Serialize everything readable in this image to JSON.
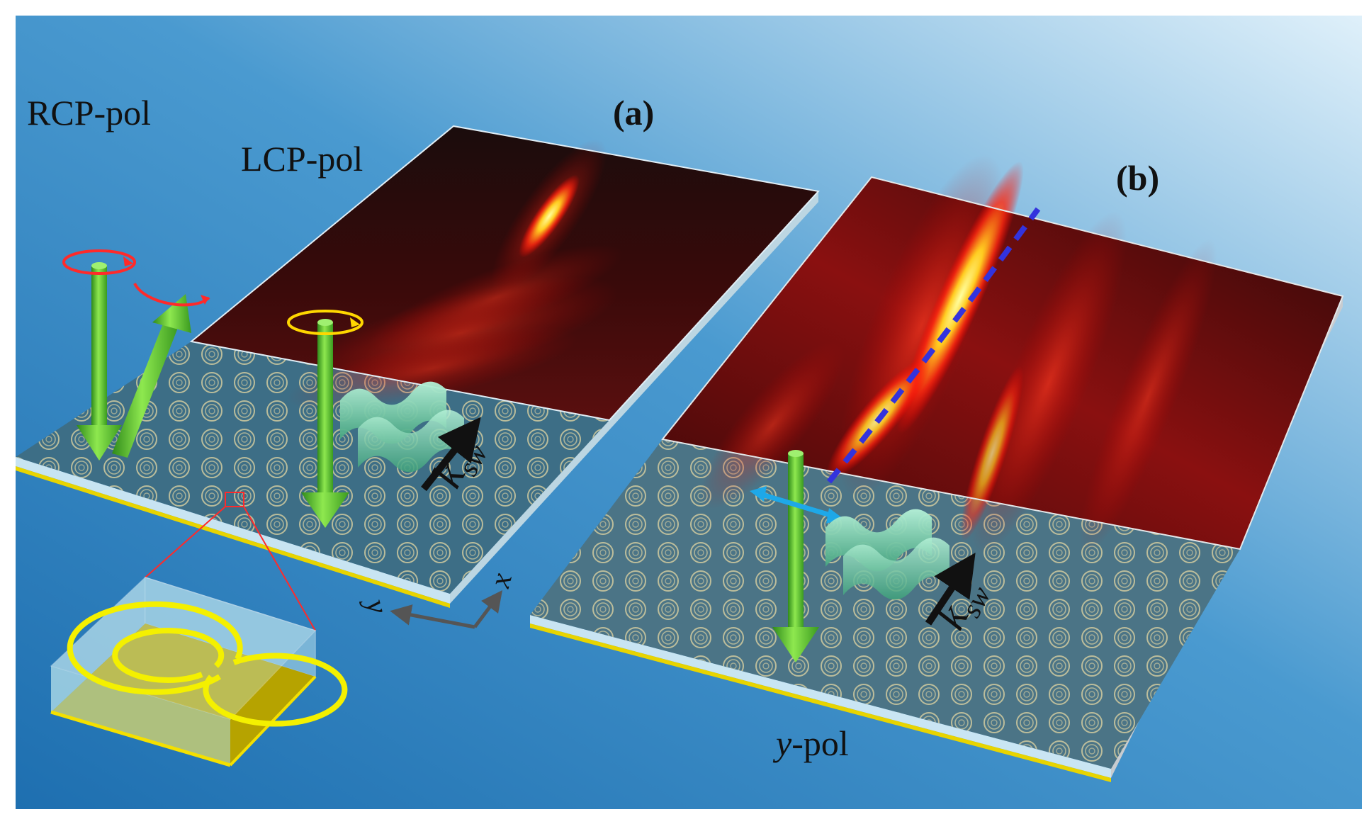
{
  "figure": {
    "panels": [
      {
        "label": "(a)",
        "polarizations": [
          "RCP-pol",
          "LCP-pol"
        ],
        "wave_vector": {
          "symbol": "k",
          "subscript": "sw"
        }
      },
      {
        "label": "(b)",
        "polarization": {
          "var": "y",
          "suffix": "-pol"
        },
        "wave_vector": {
          "symbol": "k",
          "subscript": "sw"
        }
      }
    ],
    "axes": {
      "x": "x",
      "y": "y"
    }
  },
  "colors": {
    "background_dark": "#1e6fb0",
    "background_light": "#c6e2f3",
    "arrow_green": "#63c72d",
    "spiral_gold": "#f4f000",
    "substrate": "#dff0f7",
    "ground": "#e8d400",
    "rcp_circle": "#ff2a2a",
    "lcp_circle": "#ffd700",
    "linear_pol": "#1ea8e8",
    "trajectory": "#3333dd",
    "ribbon": "#7fd6b0"
  }
}
